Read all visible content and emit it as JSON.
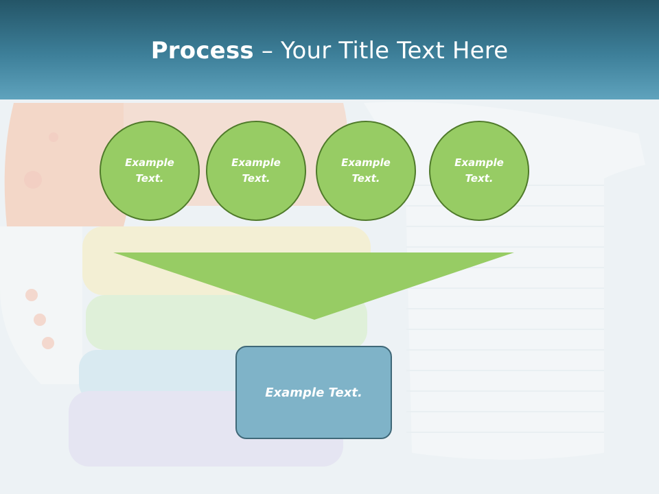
{
  "header": {
    "title_bold": "Process",
    "title_rest": " – Your Title Text Here"
  },
  "steps": [
    {
      "label": "Example\nText."
    },
    {
      "label": "Example\nText."
    },
    {
      "label": "Example\nText."
    },
    {
      "label": "Example\nText."
    }
  ],
  "result": {
    "label": "Example Text."
  },
  "colors": {
    "banner": "#3d7f99",
    "circle_fill": "#97cc64",
    "circle_border": "#4f7a2a",
    "funnel_fill": "#97cc64",
    "box_fill": "#7fb3c8",
    "box_border": "#3f6878"
  }
}
